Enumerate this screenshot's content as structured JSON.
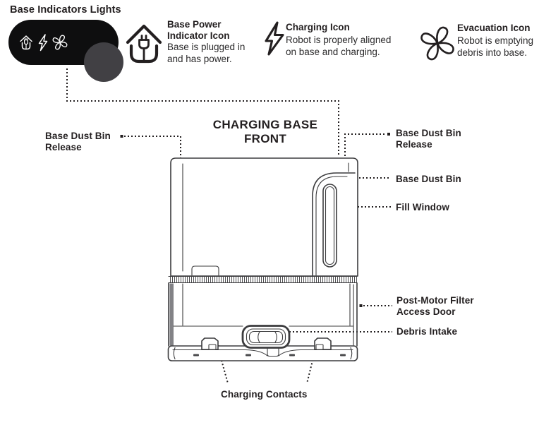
{
  "colors": {
    "ink": "#231f20",
    "line": "#3c3c3e",
    "panel_bg": "#0e0e0f",
    "indicator_light": "#414044",
    "background": "#ffffff"
  },
  "header": {
    "title": "Base Indicators Lights"
  },
  "indicator_panel": {
    "icon_names": [
      "base-power-indicator",
      "charging",
      "evacuation"
    ]
  },
  "legend": {
    "items": [
      {
        "icon": "house-plug-icon",
        "title_line1": "Base Power",
        "title_line2": "Indicator Icon",
        "desc_line1": "Base is plugged in",
        "desc_line2": "and has power."
      },
      {
        "icon": "lightning-icon",
        "title_line1": "Charging Icon",
        "desc_line1": "Robot is properly aligned",
        "desc_line2": "on base and charging."
      },
      {
        "icon": "fan-icon",
        "title_line1": "Evacuation Icon",
        "desc_line1": "Robot is emptying",
        "desc_line2": "debris into base."
      }
    ]
  },
  "diagram": {
    "title_line1": "CHARGING BASE",
    "title_line2": "FRONT",
    "labels": {
      "left_release_line1": "Base Dust Bin",
      "left_release_line2": "Release",
      "right_release_line1": "Base Dust Bin",
      "right_release_line2": "Release",
      "base_dust_bin": "Base Dust Bin",
      "fill_window": "Fill Window",
      "post_motor_line1": "Post-Motor Filter",
      "post_motor_line2": "Access Door",
      "debris_intake": "Debris Intake",
      "charging_contacts": "Charging Contacts"
    }
  }
}
